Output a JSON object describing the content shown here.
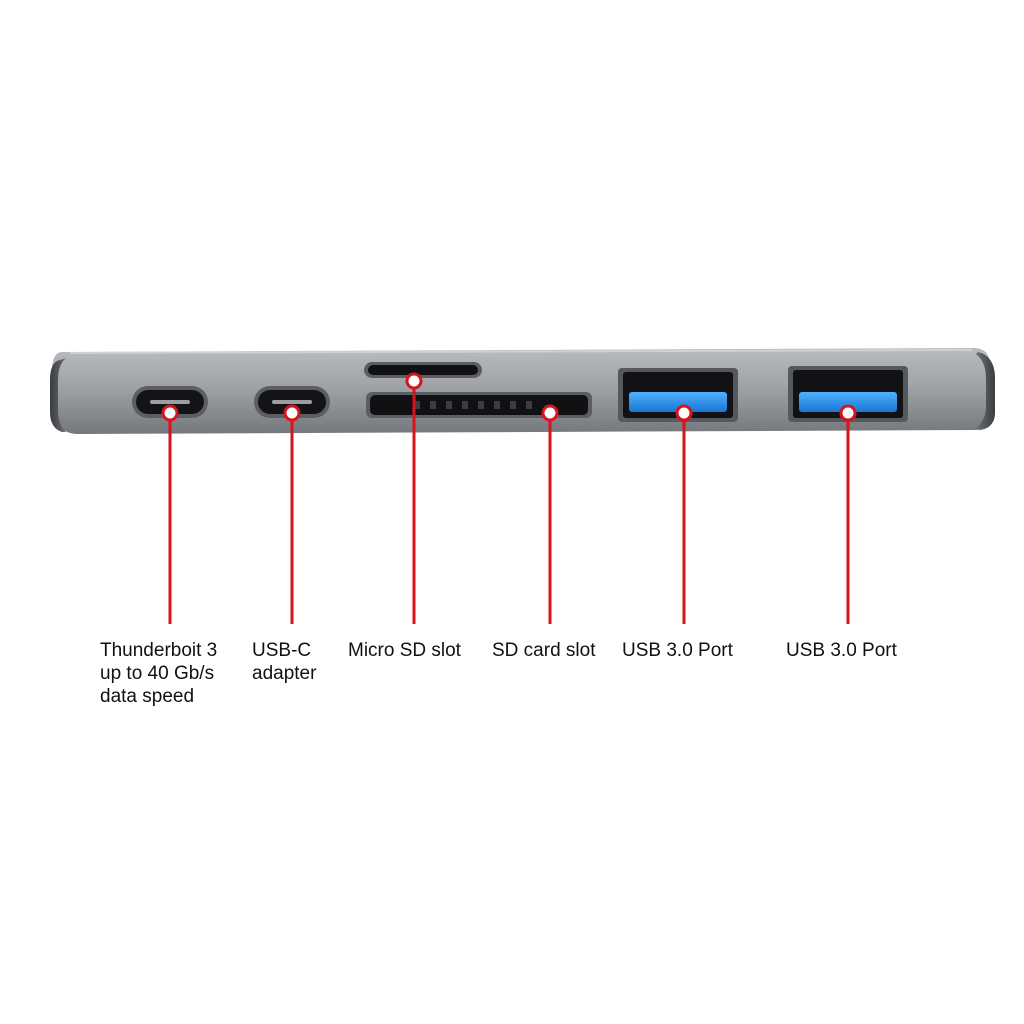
{
  "colors": {
    "body_top": "#aeb0b4",
    "body_bottom": "#7b7e83",
    "port_blue": "#1e88e5",
    "callout_red": "#d7141b",
    "label_text": "#111111"
  },
  "callouts": [
    {
      "id": "thunderbolt",
      "lines": [
        "Thunderboit 3",
        "up to 40 Gb/s",
        "data speed"
      ]
    },
    {
      "id": "usb-c",
      "lines": [
        "USB-C",
        "adapter"
      ]
    },
    {
      "id": "micro-sd",
      "lines": [
        "Micro SD slot"
      ]
    },
    {
      "id": "sd-card",
      "lines": [
        "SD card slot"
      ]
    },
    {
      "id": "usb3-1",
      "lines": [
        "USB 3.0 Port"
      ]
    },
    {
      "id": "usb3-2",
      "lines": [
        "USB 3.0 Port"
      ]
    }
  ]
}
